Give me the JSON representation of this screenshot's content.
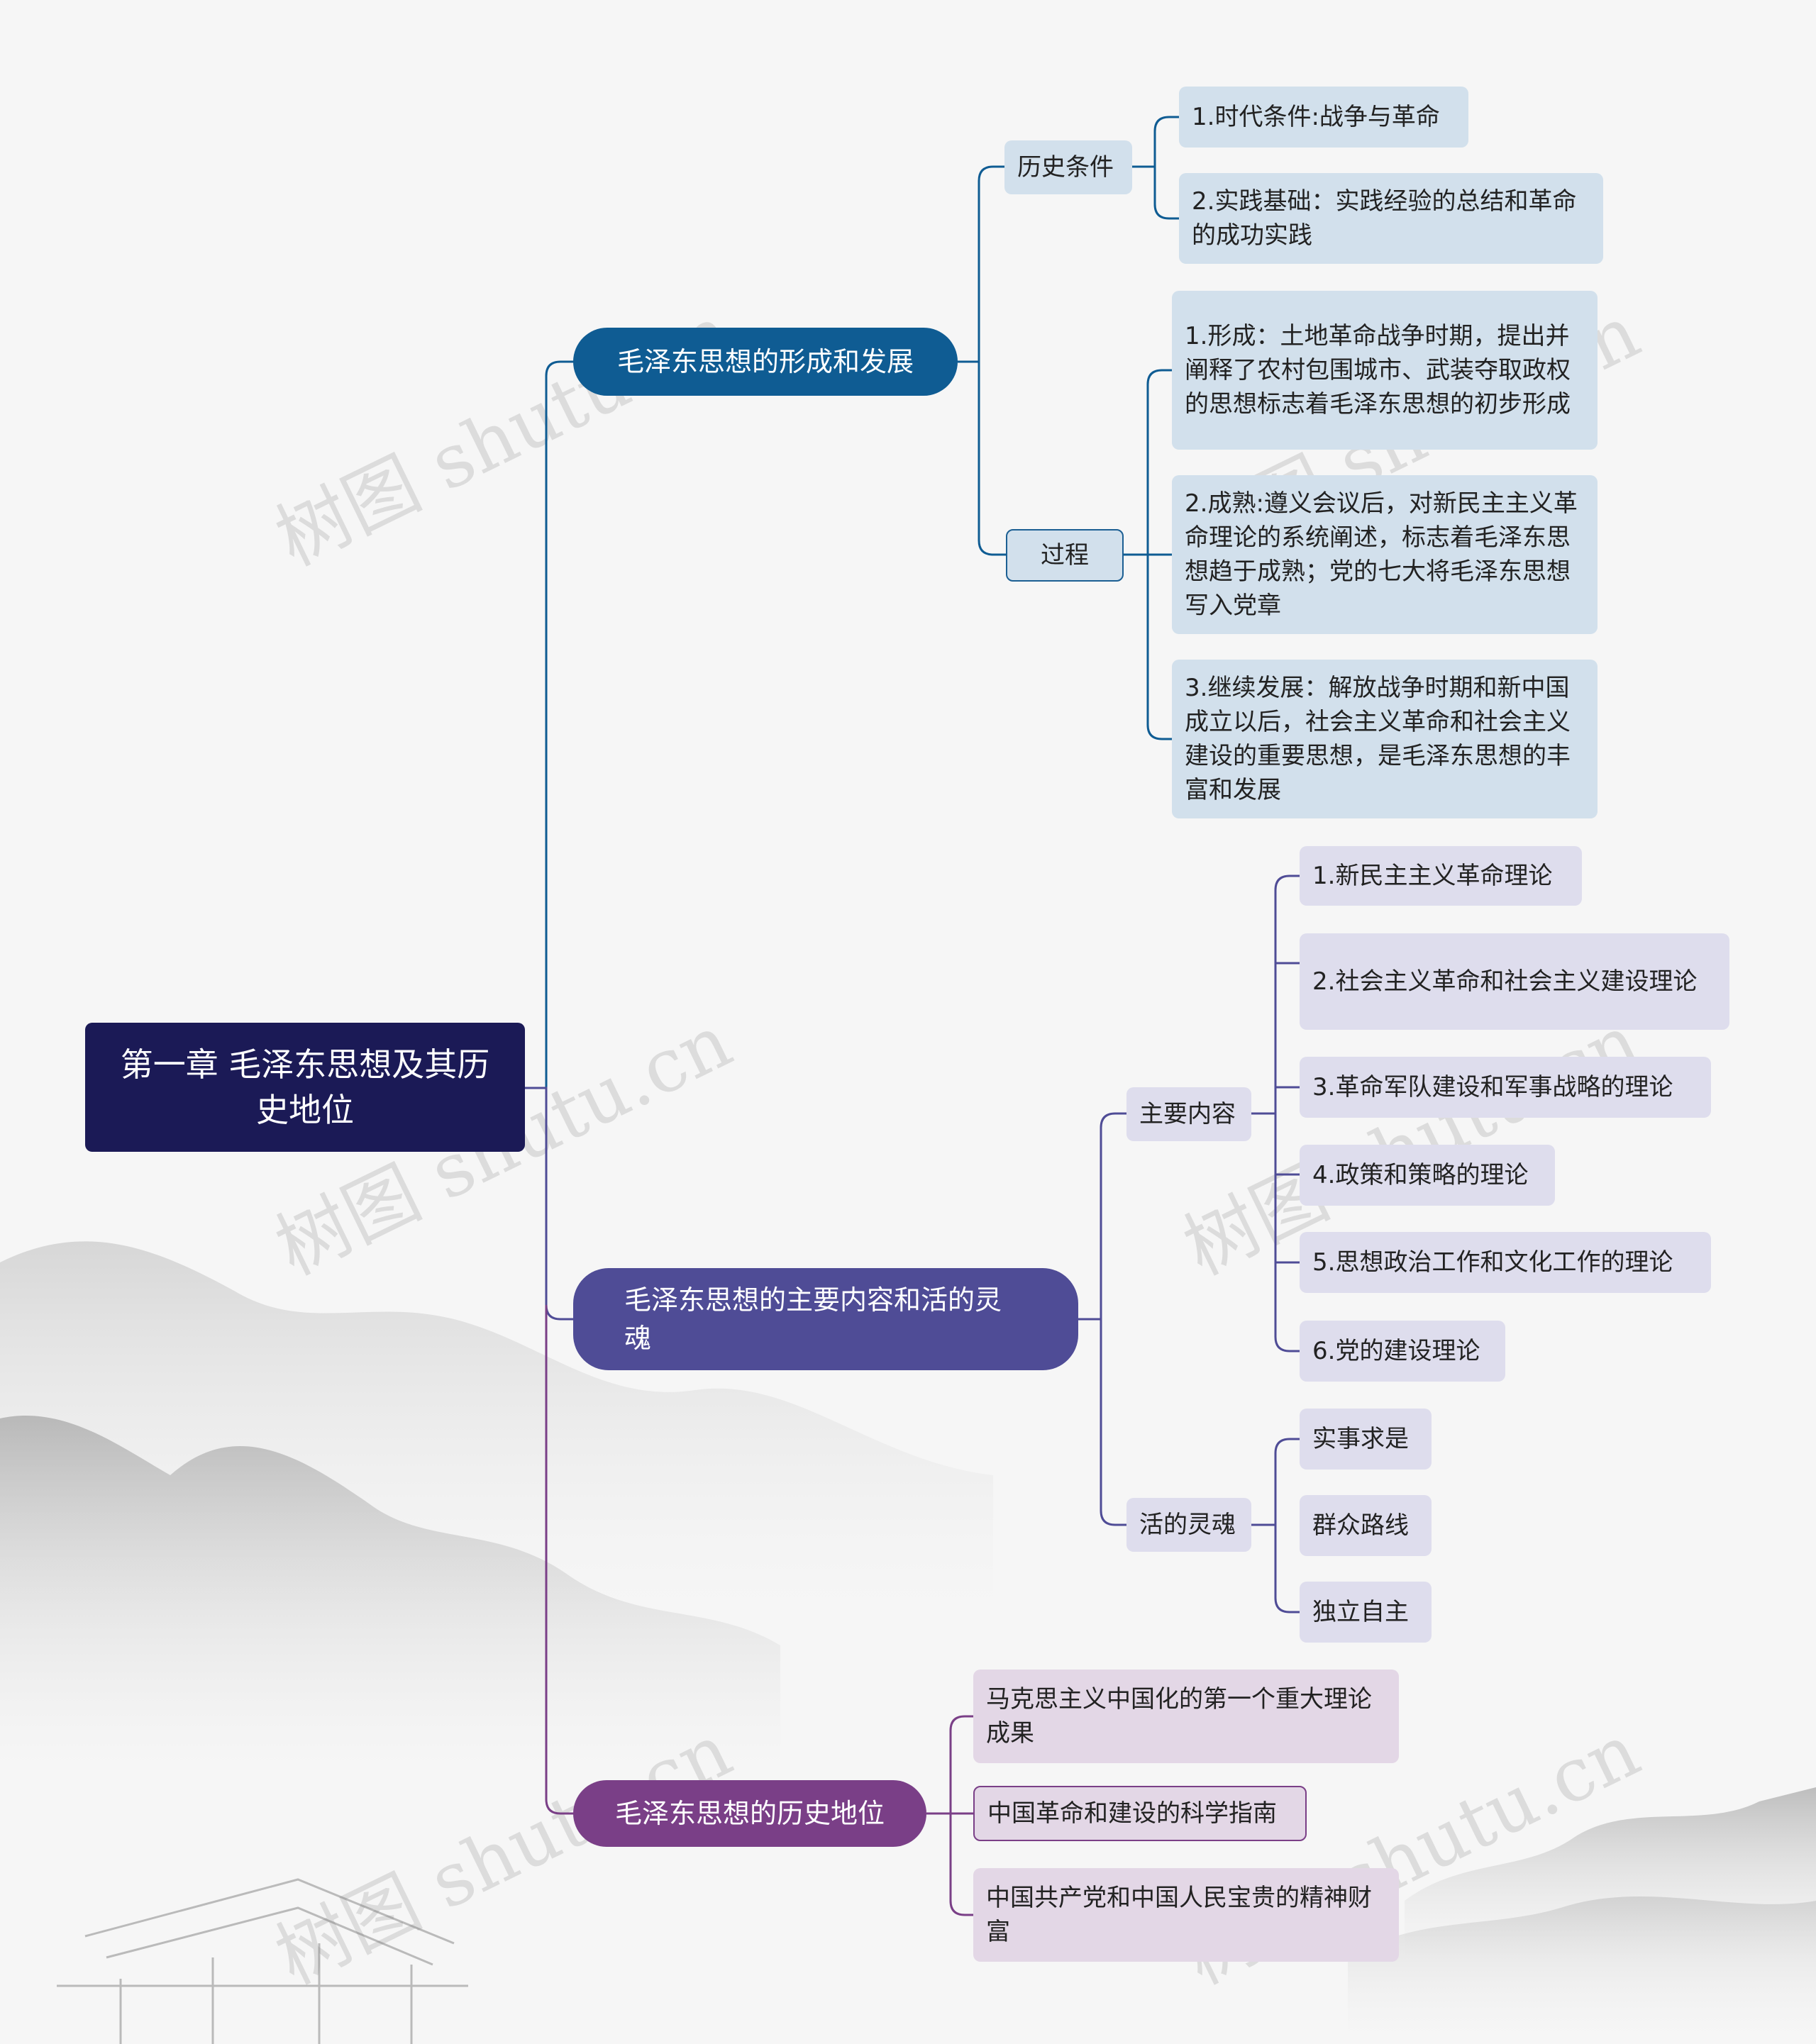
{
  "mindmap": {
    "root": "第一章 毛泽东思想及其历史地位",
    "branches": [
      {
        "label": "毛泽东思想的形成和发展",
        "children": [
          {
            "label": "历史条件",
            "items": [
              "1.时代条件:战争与革命",
              "2.实践基础：实践经验的总结和革命的成功实践"
            ]
          },
          {
            "label": "过程",
            "items": [
              "1.形成：土地革命战争时期，提出并阐释了农村包围城市、武装夺取政权的思想标志着毛泽东思想的初步形成",
              "2.成熟:遵义会议后，对新民主主义革命理论的系统阐述，标志着毛泽东思想趋于成熟；党的七大将毛泽东思想写入党章",
              "3.继续发展：解放战争时期和新中国成立以后，社会主义革命和社会主义建设的重要思想，是毛泽东思想的丰富和发展"
            ]
          }
        ]
      },
      {
        "label": "毛泽东思想的主要内容和活的灵魂",
        "children": [
          {
            "label": "主要内容",
            "items": [
              "1.新民主主义革命理论",
              "2.社会主义革命和社会主义建设理论",
              "3.革命军队建设和军事战略的理论",
              "4.政策和策略的理论",
              "5.思想政治工作和文化工作的理论",
              "6.党的建设理论"
            ]
          },
          {
            "label": "活的灵魂",
            "items": [
              "实事求是",
              "群众路线",
              "独立自主"
            ]
          }
        ]
      },
      {
        "label": "毛泽东思想的历史地位",
        "items": [
          "马克思主义中国化的第一个重大理论成果",
          "中国革命和建设的科学指南",
          "中国共产党和中国人民宝贵的精神财富"
        ]
      }
    ]
  },
  "watermark": "树图 shutu.cn",
  "colors": {
    "root": "#1b1a56",
    "branch1": "#0f5c93",
    "branch2": "#4f4c96",
    "branch3": "#7a3f87"
  }
}
